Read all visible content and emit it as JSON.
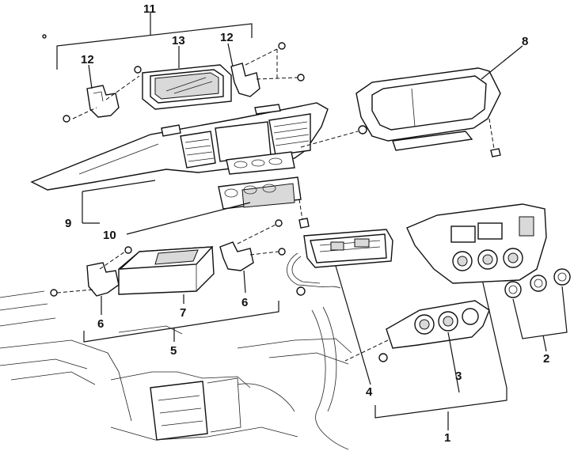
{
  "diagram": {
    "callouts": [
      "11",
      "13",
      "12",
      "12",
      "8",
      "9",
      "10",
      "6",
      "7",
      "6",
      "5",
      "4",
      "3",
      "2",
      "1"
    ]
  }
}
